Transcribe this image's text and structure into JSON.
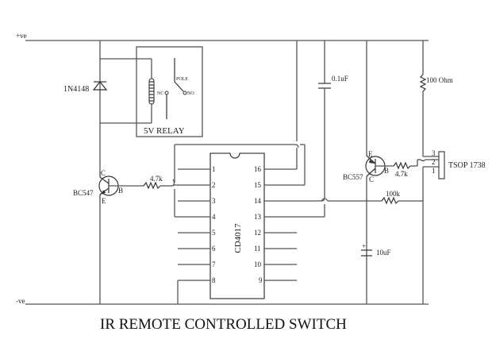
{
  "title": "IR REMOTE CONTROLLED SWITCH",
  "rails": {
    "positive": "+ve",
    "negative": "-ve"
  },
  "components": {
    "diode": {
      "label": "1N4148"
    },
    "relay": {
      "label": "5V RELAY",
      "nc": "NC",
      "no": "NO",
      "pole": "POLE"
    },
    "q1": {
      "label": "BC547",
      "c": "C",
      "b": "B",
      "e": "E"
    },
    "r_q1_base": {
      "label": "4.7k"
    },
    "ic": {
      "label": "CD4017",
      "pins_left": [
        "1",
        "2",
        "3",
        "4",
        "5",
        "6",
        "7",
        "8"
      ],
      "pins_right": [
        "16",
        "15",
        "14",
        "13",
        "12",
        "11",
        "10",
        "9"
      ]
    },
    "c1": {
      "label": "0.1uF"
    },
    "c2": {
      "label": "10uF",
      "polarity": "+"
    },
    "q2": {
      "label": "BC557",
      "c": "C",
      "b": "B",
      "e": "E"
    },
    "r_q2_base": {
      "label": "4.7k"
    },
    "r_100k": {
      "label": "100k"
    },
    "r_100": {
      "label": "100 Ohm"
    },
    "tsop": {
      "label": "TSOP 1738",
      "pins": [
        "3",
        "2",
        "1"
      ]
    }
  }
}
